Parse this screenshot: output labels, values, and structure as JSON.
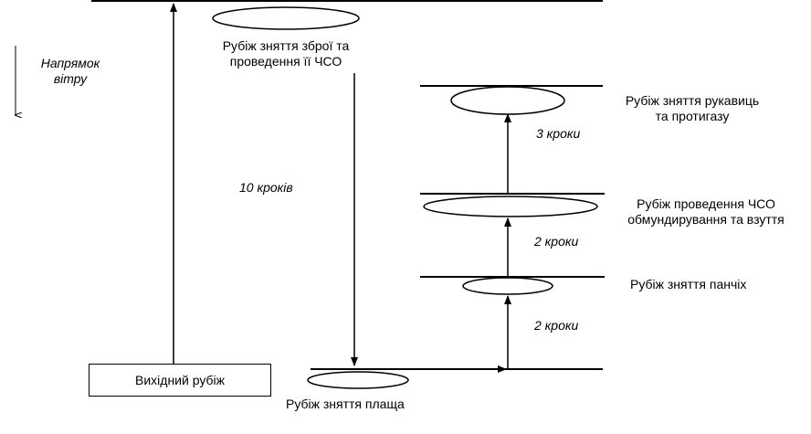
{
  "wind": {
    "label_line1": "Напрямок",
    "label_line2": "вітру"
  },
  "start_box": {
    "label": "Вихідний рубіж"
  },
  "weapon_line": {
    "label_line1": "Рубіж зняття зброї та",
    "label_line2": "проведення її ЧСО"
  },
  "cloak_line": {
    "label": "Рубіж зняття плаща"
  },
  "stockings_line": {
    "label": "Рубіж зняття панчіх"
  },
  "uniform_line": {
    "label_line1": "Рубіж проведення ЧСО",
    "label_line2": "обмундирування та взуття"
  },
  "gloves_line": {
    "label_line1": "Рубіж зняття рукавиць",
    "label_line2": "та протигазу"
  },
  "distances": {
    "ten_steps": "10 кроків",
    "two_steps_lower": "2 кроки",
    "two_steps_upper": "2 кроки",
    "three_steps": "3 кроки"
  }
}
